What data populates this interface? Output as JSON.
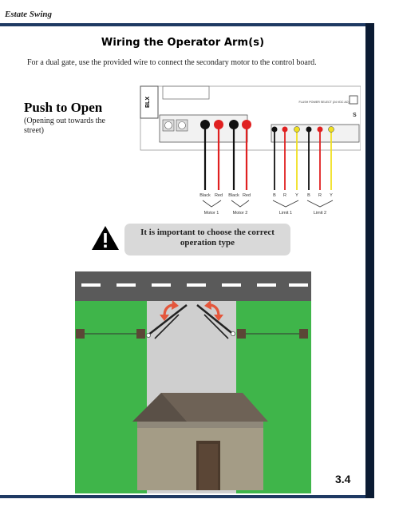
{
  "header": {
    "brand": "Estate Swing"
  },
  "page": {
    "title": "Wiring the Operator Arm(s)",
    "intro": "For a dual gate, use the provided wire to connect the secondary motor to the control board.",
    "section_title": "Push to Open",
    "section_subtitle": "(Opening out towards the street)",
    "page_number": "3.4"
  },
  "board": {
    "label_blx": "BLX",
    "label_power": "FLUSH POWER SELECT (24 VDC AC)",
    "label_s": "S",
    "wire_labels": [
      "Black",
      "Red",
      "Black",
      "Red",
      "B",
      "R",
      "Y",
      "B",
      "R",
      "Y"
    ],
    "group_labels": [
      "Motor 1",
      "Motor 2",
      "Limit 1",
      "Limit 2"
    ]
  },
  "warning": {
    "line1": "It is important to choose the correct",
    "line2": "operation type"
  },
  "colors": {
    "navy": "#1f3a63",
    "wire_black": "#111111",
    "wire_red": "#e02020",
    "wire_yellow": "#f0e020",
    "grass": "#3fb54a",
    "road": "#5a5a5a",
    "driveway": "#cfcfcf",
    "arrow": "#e4563b"
  }
}
